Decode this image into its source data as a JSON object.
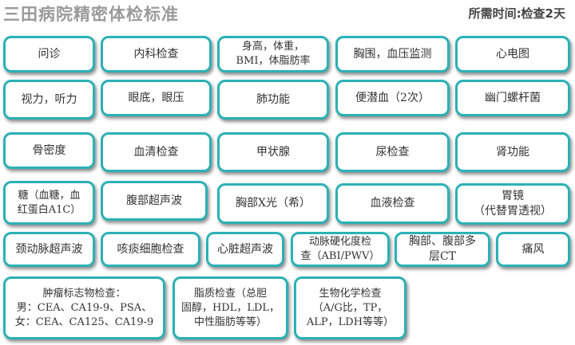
{
  "header": {
    "title": "三田病院精密体检标准",
    "duration": "所需时间:检查2天"
  },
  "items": [
    "问诊",
    "内科检查",
    "身高，体重，\nBMI，体脂肪率",
    "胸围，血压监测",
    "心电图",
    "视力，听力",
    "眼底，眼压",
    "肺功能",
    "便潜血（2次）",
    "幽门螺杆菌",
    "骨密度",
    "血清检查",
    "甲状腺",
    "尿检查",
    "肾功能",
    "糖（血糖，血\n红蛋白A1C）",
    "腹部超声波",
    "胸部X光（希）",
    "血液检查",
    "胃镜\n（代替胃透视）",
    "颈动脉超声波",
    "咳痰细胞检查",
    "心脏超声波",
    "动脉硬化度检\n查（ABI/PWV）",
    "胸部、腹部多\n层CT",
    "痛风",
    "肿瘤标志物检查：\n男：CEA、CA19-9、PSA、\n女：CEA、CA125、CA19-9",
    "脂质检查（总胆\n固醇，HDL，LDL，\n中性脂肪等等）",
    "生物化学检查\n（A/G比，TP，\nALP，LDH等等）"
  ],
  "colors": {
    "border": "#2bb1b5",
    "title": "#9a9a9a"
  }
}
